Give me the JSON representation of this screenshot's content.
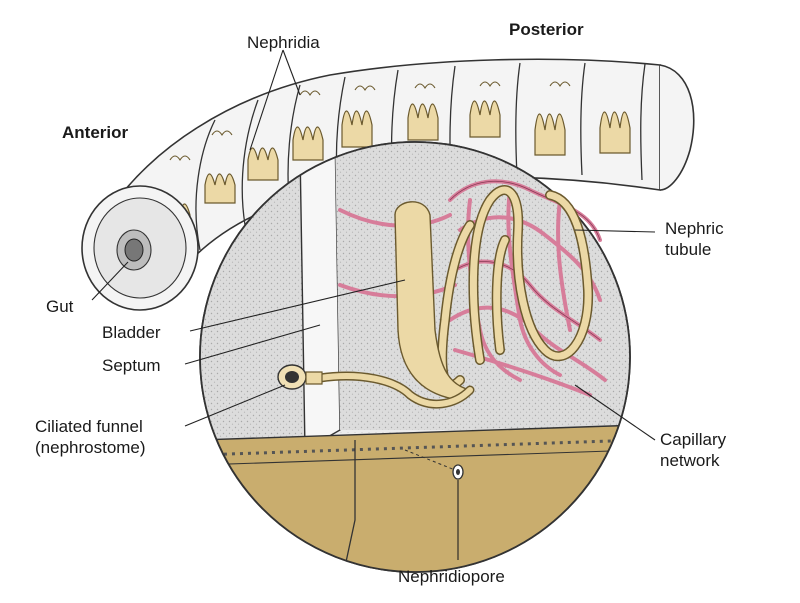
{
  "orientation": {
    "anterior": "Anterior",
    "posterior": "Posterior"
  },
  "labels": {
    "nephridia": "Nephridia",
    "gut": "Gut",
    "bladder": "Bladder",
    "septum": "Septum",
    "ciliated_funnel_line1": "Ciliated funnel",
    "ciliated_funnel_line2": "(nephrostome)",
    "nephric_tubule_line1": "Nephric",
    "nephric_tubule_line2": "tubule",
    "capillary_network_line1": "Capillary",
    "capillary_network_line2": "network",
    "nephridiopore": "Nephridiopore"
  },
  "colors": {
    "tubule": "#ecd9a6",
    "tubule_outline": "#6b5a2e",
    "capillary": "#d77d9a",
    "capillary_outline": "#8a3a55",
    "floor": "#c9ad6e",
    "body_wall": "#e9e9e9",
    "cavity": "#d6d6d6",
    "outline": "#333333",
    "leader": "#222222"
  }
}
